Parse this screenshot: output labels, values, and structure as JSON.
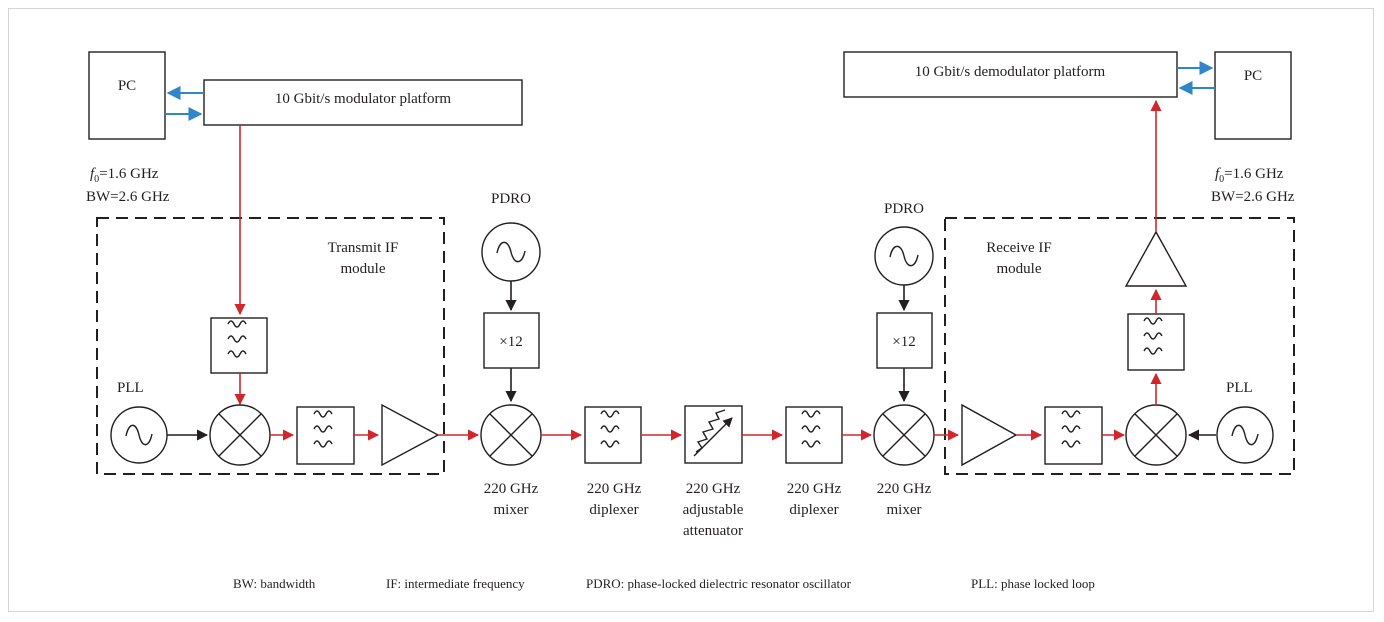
{
  "diagram": {
    "left": {
      "pc": "PC",
      "modulator": "10 Gbit/s modulator platform",
      "f0_prefix": "f",
      "f0_sub": "0",
      "f0_value": "=1.6 GHz",
      "bw": "BW=2.6 GHz",
      "module_line1": "Transmit IF",
      "module_line2": "module",
      "pll": "PLL"
    },
    "right": {
      "pc": "PC",
      "demodulator": "10 Gbit/s demodulator platform",
      "f0_prefix": "f",
      "f0_sub": "0",
      "f0_value": "=1.6 GHz",
      "bw": "BW=2.6 GHz",
      "module_line1": "Receive IF",
      "module_line2": "module",
      "pll": "PLL"
    },
    "center": {
      "pdro_left": "PDRO",
      "pdro_right": "PDRO",
      "mult_left": "×12",
      "mult_right": "×12",
      "mixer_left": [
        "220 GHz",
        "mixer"
      ],
      "diplexer_left": [
        "220 GHz",
        "diplexer"
      ],
      "attenuator": [
        "220 GHz",
        "adjustable",
        "attenuator"
      ],
      "diplexer_right": [
        "220 GHz",
        "diplexer"
      ],
      "mixer_right": [
        "220 GHz",
        "mixer"
      ]
    },
    "legend": [
      "BW: bandwidth",
      "IF: intermediate frequency",
      "PDRO: phase-locked dielectric resonator oscillator",
      "PLL: phase locked loop"
    ],
    "colors": {
      "signal": "#d0262c",
      "link": "#2f86c8",
      "line": "#231f20"
    }
  }
}
